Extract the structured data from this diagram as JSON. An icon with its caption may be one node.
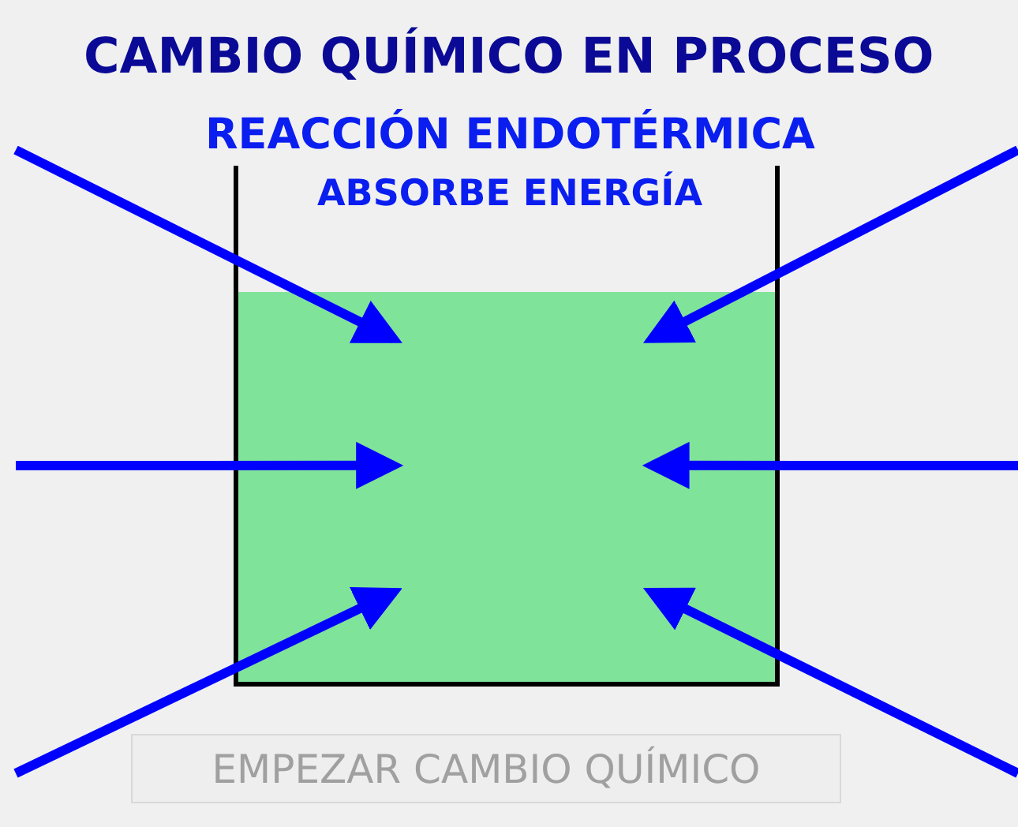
{
  "diagram": {
    "title": "CAMBIO QUÍMICO EN PROCESO",
    "nodes": [
      {
        "text": [],
        "shape": "picture"
      },
      {
        "text": [],
        "shape": "box",
        "in": 0
      }
    ],
    "edges": [
      {
        "from": null,
        "to": 1,
        "arrow": "to"
      },
      {
        "from": null,
        "to": 1,
        "arrow": "to"
      },
      {
        "from": null,
        "to": 1,
        "arrow": "to"
      },
      {
        "from": null,
        "to": 1,
        "arrow": "to"
      },
      {
        "from": null,
        "to": 1,
        "arrow": "to"
      },
      {
        "from": null,
        "to": 1,
        "arrow": "to"
      }
    ],
    "labels": [
      "REACCIÓN ENDOTÉRMICA",
      "ABSORBE ENERGÍA",
      "EMPEZAR CAMBIO QUÍMICO"
    ]
  }
}
